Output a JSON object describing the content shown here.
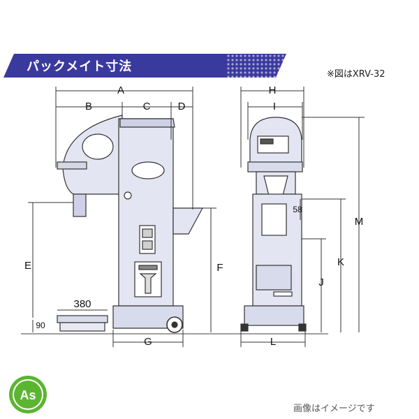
{
  "header": {
    "title": "パックメイト寸法",
    "note": "※図はXRV-32"
  },
  "dimensions": {
    "A": "A",
    "B": "B",
    "C": "C",
    "D": "D",
    "E": "E",
    "F": "F",
    "G": "G",
    "H": "H",
    "I": "I",
    "J": "J",
    "K": "K",
    "L": "L",
    "M": "M",
    "v380": "380",
    "v90": "90",
    "v58": "58"
  },
  "logo": {
    "text": "As",
    "color": "#5cb531"
  },
  "footer": {
    "disclaimer": "画像はイメージです"
  },
  "colors": {
    "banner": "#3a3a9e",
    "machine": "#e3e5f2",
    "outline": "#333333"
  }
}
